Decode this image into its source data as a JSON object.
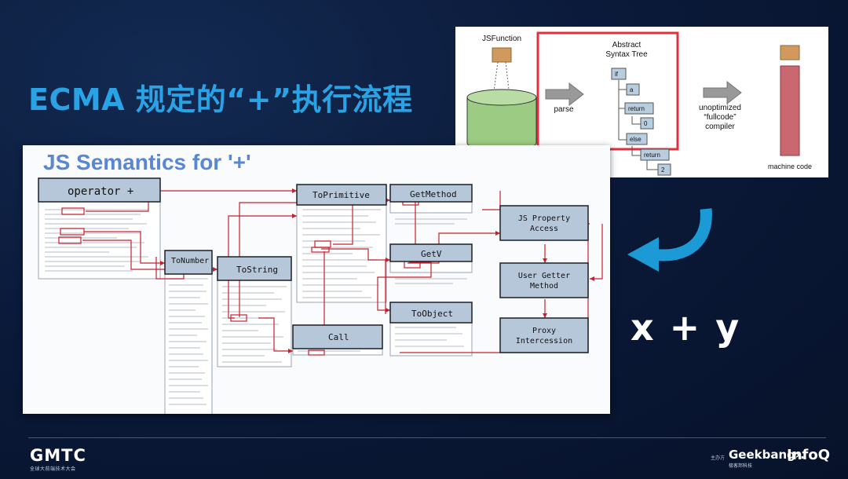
{
  "slide": {
    "title": "ECMA 规定的“+”执行流程",
    "expression": "x + y"
  },
  "pipeline": {
    "source_label": "JSFunction",
    "parse_label": "parse",
    "ast_title_line1": "Abstract",
    "ast_title_line2": "Syntax Tree",
    "ast_nodes": [
      "if",
      "a",
      "return",
      "0",
      "else",
      "return",
      "2"
    ],
    "compiler_line1": "unoptimized",
    "compiler_line2": "“fullcode”",
    "compiler_line3": "compiler",
    "output_label": "machine code",
    "colors": {
      "source_box": "#d19a5c",
      "cylinder": "#9ccc83",
      "highlight": "#e03040",
      "machine_code": "#c9696f",
      "ast_node": "#b9cde0"
    }
  },
  "panel": {
    "title": "JS Semantics for '+'",
    "boxes": {
      "operator": "operator +",
      "to_number": "ToNumber",
      "to_string": "ToString",
      "to_primitive": "ToPrimitive",
      "get_method": "GetMethod",
      "get_v": "GetV",
      "to_object": "ToObject",
      "call": "Call",
      "js_property_line1": "JS Property",
      "js_property_line2": "Access",
      "user_getter_line1": "User Getter",
      "user_getter_line2": "Method",
      "proxy_line1": "Proxy",
      "proxy_line2": "Intercession"
    },
    "colors": {
      "box_fill": "#b6c7d9",
      "link": "#c8202c"
    }
  },
  "footer": {
    "gmtc": "GMTC",
    "gmtc_sub": "全球大前端技术大会",
    "sponsor": "主办方",
    "geekbang": "Geekbang›.",
    "geekbang_sub": "极客邦科技",
    "infoq": "InfoQ"
  },
  "icons": [
    "curved-arrow-icon",
    "right-arrow-icon"
  ]
}
